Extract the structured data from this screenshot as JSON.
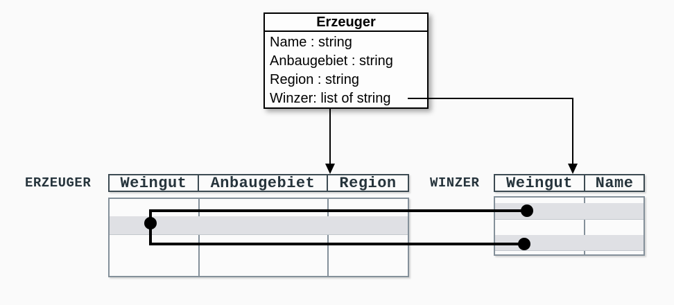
{
  "class_box": {
    "title": "Erzeuger",
    "attributes": [
      "Name : string",
      "Anbaugebiet : string",
      "Region : string",
      "Winzer: list of string"
    ]
  },
  "erzeuger_table": {
    "label": "ERZEUGER",
    "columns": [
      "Weingut",
      "Anbaugebiet",
      "Region"
    ]
  },
  "winzer_table": {
    "label": "WINZER",
    "columns": [
      "Weingut",
      "Name"
    ]
  },
  "colors": {
    "background": "#fafafa",
    "class_box_border": "#000000",
    "header_border": "#3c4a52",
    "header_text": "#26343c",
    "body_border": "#84909a",
    "row_highlight": "#dfe0e4",
    "connector": "#000000"
  }
}
